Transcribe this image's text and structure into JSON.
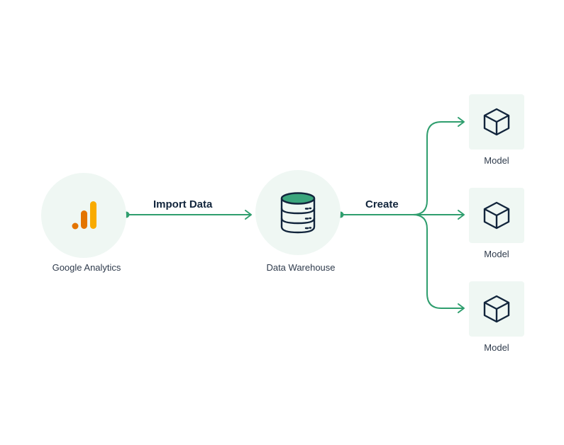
{
  "nodes": {
    "source": {
      "label": "Google Analytics",
      "icon": "google-analytics-icon"
    },
    "warehouse": {
      "label": "Data Warehouse",
      "icon": "database-icon"
    },
    "models": [
      {
        "label": "Model",
        "icon": "cube-icon"
      },
      {
        "label": "Model",
        "icon": "cube-icon"
      },
      {
        "label": "Model",
        "icon": "cube-icon"
      }
    ]
  },
  "edges": {
    "import_label": "Import Data",
    "create_label": "Create"
  },
  "colors": {
    "accent": "#2f9e6e",
    "node_bg": "#eff7f3",
    "dark": "#12253c",
    "ga_dark_orange": "#e37400",
    "ga_orange": "#f9ab00",
    "db_top": "#3aa57c"
  }
}
